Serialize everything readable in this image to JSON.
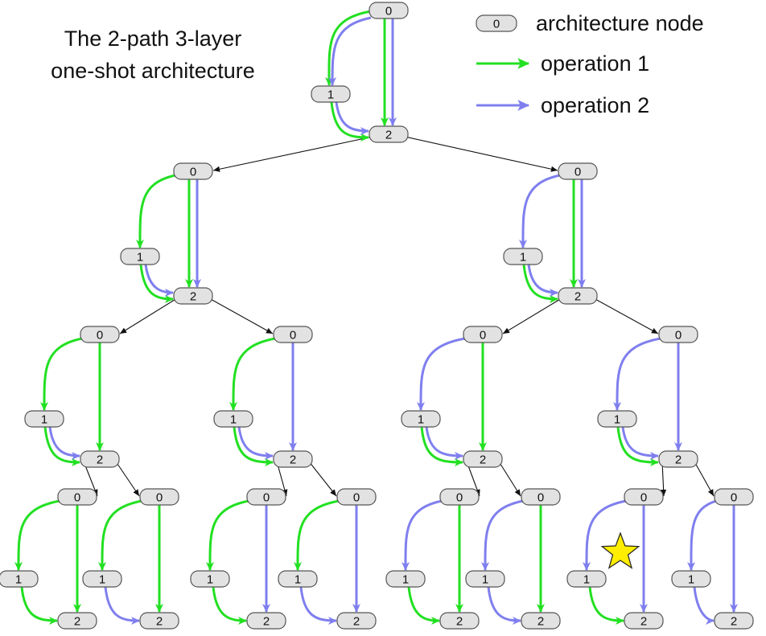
{
  "title": {
    "line1": "The 2-path 3-layer",
    "line2": "one-shot architecture"
  },
  "legend": {
    "node_sample": "0",
    "node_label": "architecture node",
    "op1_label": "operation 1",
    "op2_label": "operation 2"
  },
  "colors": {
    "op1": "#22e022",
    "op2": "#7f7fef",
    "tree_edge": "#111111",
    "node_fill": "#e2e2e2",
    "node_stroke": "#555555",
    "star": "#ffee00"
  },
  "node_labels": [
    "0",
    "1",
    "2"
  ],
  "marker": {
    "icon": "star-icon"
  },
  "diagram": {
    "layers": [
      {
        "id": "L1",
        "cells": [
          {
            "id": "c",
            "op01": "both",
            "op02": "both",
            "op12": "both"
          }
        ]
      },
      {
        "id": "L2",
        "cells": [
          {
            "id": "c0",
            "op01": "op1",
            "op02": "both",
            "op12": "both"
          },
          {
            "id": "c1",
            "op01": "op2",
            "op02": "both",
            "op12": "both"
          }
        ]
      },
      {
        "id": "L3",
        "cells": [
          {
            "id": "c00",
            "op01": "op1",
            "op02": "op1",
            "op12": "both"
          },
          {
            "id": "c01",
            "op01": "op1",
            "op02": "op2",
            "op12": "both"
          },
          {
            "id": "c10",
            "op01": "op2",
            "op02": "op1",
            "op12": "both"
          },
          {
            "id": "c11",
            "op01": "op2",
            "op02": "op2",
            "op12": "both"
          }
        ]
      },
      {
        "id": "L4",
        "cells": [
          {
            "id": "c000",
            "op01": "op1",
            "op02": "op1",
            "op12": "op1"
          },
          {
            "id": "c001",
            "op01": "op1",
            "op02": "op1",
            "op12": "op2"
          },
          {
            "id": "c010",
            "op01": "op1",
            "op02": "op2",
            "op12": "op1"
          },
          {
            "id": "c011",
            "op01": "op1",
            "op02": "op2",
            "op12": "op2"
          },
          {
            "id": "c100",
            "op01": "op2",
            "op02": "op1",
            "op12": "op1"
          },
          {
            "id": "c101",
            "op01": "op2",
            "op02": "op1",
            "op12": "op2"
          },
          {
            "id": "c110",
            "op01": "op2",
            "op02": "op2",
            "op12": "op1",
            "marked": true
          },
          {
            "id": "c111",
            "op01": "op2",
            "op02": "op2",
            "op12": "op2"
          }
        ]
      }
    ]
  }
}
